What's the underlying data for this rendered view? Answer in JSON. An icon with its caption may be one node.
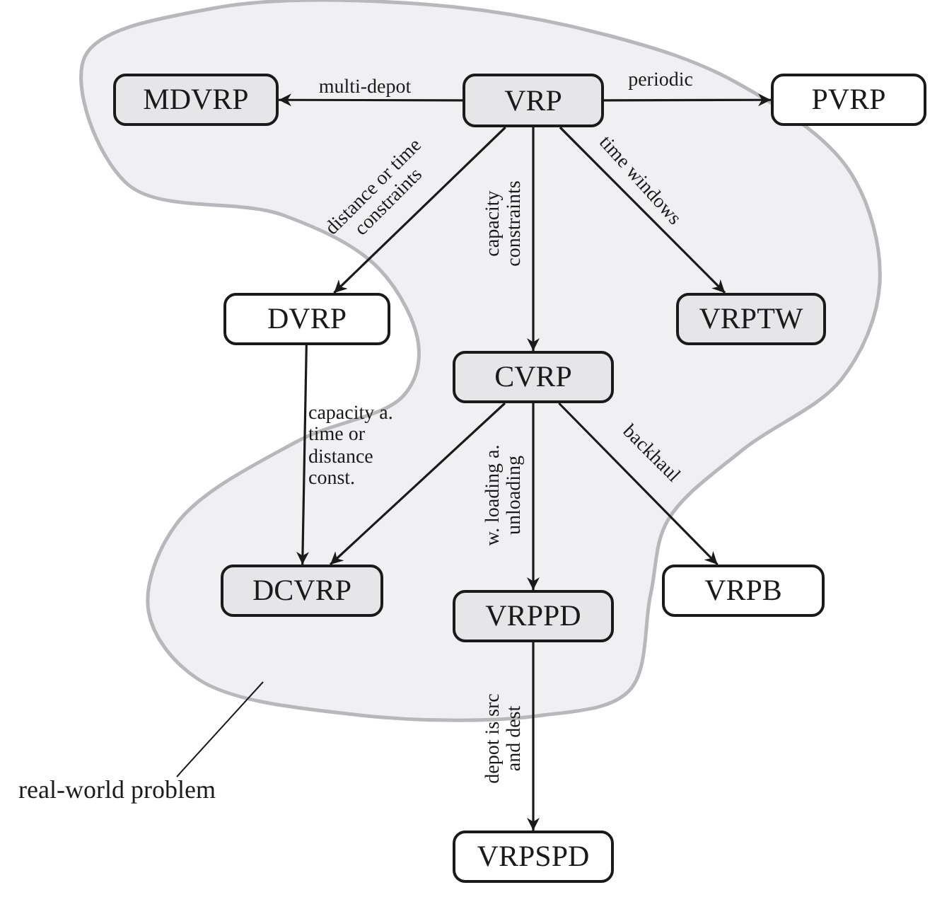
{
  "diagram": {
    "nodes": [
      {
        "text": [
          "VRP"
        ]
      },
      {
        "text": [
          "MDVRP"
        ]
      },
      {
        "text": [
          "PVRP"
        ]
      },
      {
        "text": [
          "DVRP"
        ]
      },
      {
        "text": [
          "VRPTW"
        ]
      },
      {
        "text": [
          "CVRP"
        ]
      },
      {
        "text": [
          "DCVRP"
        ]
      },
      {
        "text": [
          "VRPPD"
        ]
      },
      {
        "text": [
          "VRPB"
        ]
      },
      {
        "text": [
          "VRPSPD"
        ]
      },
      {
        "text": [
          "real-world problem"
        ]
      }
    ],
    "edges": [
      {
        "from": 0,
        "to": 1,
        "arrow": "to",
        "label": "multi-depot"
      },
      {
        "from": 0,
        "to": 2,
        "arrow": "to",
        "label": "periodic"
      },
      {
        "from": 0,
        "to": 3,
        "arrow": "to",
        "label": "distance or time constraints"
      },
      {
        "from": 0,
        "to": 5,
        "arrow": "to",
        "label": "capacity constraints"
      },
      {
        "from": 0,
        "to": 4,
        "arrow": "to",
        "label": "time windows"
      },
      {
        "from": 3,
        "to": 6,
        "arrow": "to",
        "label": "capacity a. time or distance const."
      },
      {
        "from": 5,
        "to": 6,
        "arrow": "to"
      },
      {
        "from": 5,
        "to": 7,
        "arrow": "to",
        "label": "w. loading a. unloading"
      },
      {
        "from": 5,
        "to": 8,
        "arrow": "to",
        "label": "backhaul"
      },
      {
        "from": 7,
        "to": 9,
        "arrow": "to",
        "label": "depot is src and dest"
      },
      {
        "from": 10,
        "to": null,
        "arrow": "none"
      }
    ]
  }
}
